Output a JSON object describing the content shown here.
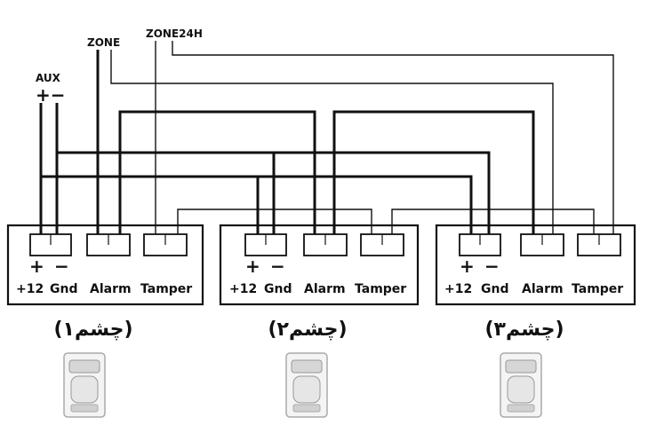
{
  "labels": {
    "aux": "AUX",
    "aux_polarity": "+−",
    "zone": "ZONE",
    "zone24h": "ZONE24H"
  },
  "sensors": [
    {
      "caption": "(چشم۱)",
      "terminals": [
        "+12",
        "Gnd",
        "Alarm",
        "Tamper"
      ],
      "plus_sign": "+",
      "minus_sign": "−"
    },
    {
      "caption": "(چشم۲)",
      "terminals": [
        "+12",
        "Gnd",
        "Alarm",
        "Tamper"
      ],
      "plus_sign": "+",
      "minus_sign": "−"
    },
    {
      "caption": "(چشم۳)",
      "terminals": [
        "+12",
        "Gnd",
        "Alarm",
        "Tamper"
      ],
      "plus_sign": "+",
      "minus_sign": "−"
    }
  ],
  "icons": [
    "pir-detector-icon"
  ],
  "colors": {
    "line": "#111111",
    "sensor_icon": "#cfcfcf"
  }
}
